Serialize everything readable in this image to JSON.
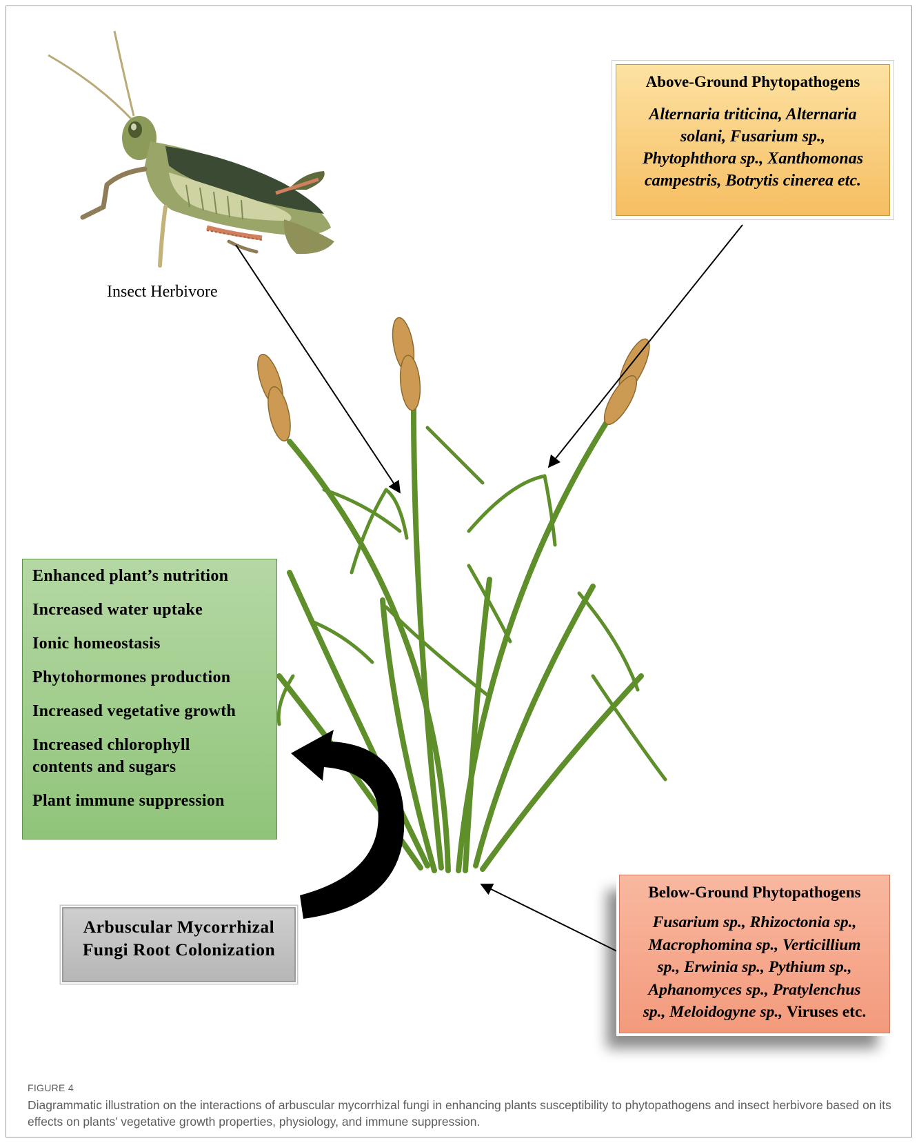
{
  "insect": {
    "label": "Insect Herbivore"
  },
  "above_ground": {
    "title": "Above-Ground Phytopathogens",
    "lines": [
      "Alternaria triticina, Alternaria",
      "solani, Fusarium sp.,",
      "Phytophthora sp., Xanthomonas",
      "campestris, Botrytis cinerea etc."
    ]
  },
  "effects": {
    "items": [
      "Enhanced plant’s nutrition",
      "Increased water uptake",
      "Ionic homeostasis",
      "Phytohormones production",
      "Increased vegetative growth",
      "Increased chlorophyll",
      "contents and sugars",
      "Plant immune suppression"
    ]
  },
  "amf": {
    "line1": "Arbuscular Mycorrhizal",
    "line2": "Fungi Root Colonization"
  },
  "below_ground": {
    "title": "Below-Ground Phytopathogens",
    "lines": [
      "Fusarium sp., Rhizoctonia sp.,",
      "Macrophomina sp., Verticillium",
      "sp., Erwinia sp., Pythium sp.,",
      "Aphanomyces sp., Pratylenchus",
      "sp., Meloidogyne sp., ",
      "Viruses etc."
    ]
  },
  "figure": {
    "label": "FIGURE 4",
    "caption": "Diagrammatic illustration on the interactions of arbuscular mycorrhizal fungi in enhancing plants susceptibility to phytopathogens and insect herbivore based on its effects on plants’ vegetative growth properties, physiology, and immune suppression."
  },
  "colors": {
    "plant_green": "#5e8f2a",
    "grain": "#cc9a52",
    "effects_box": "#a3ce8e",
    "above_box": "#f8cd78",
    "below_box": "#f5a88a",
    "amf_box": "#c2c2c2"
  }
}
